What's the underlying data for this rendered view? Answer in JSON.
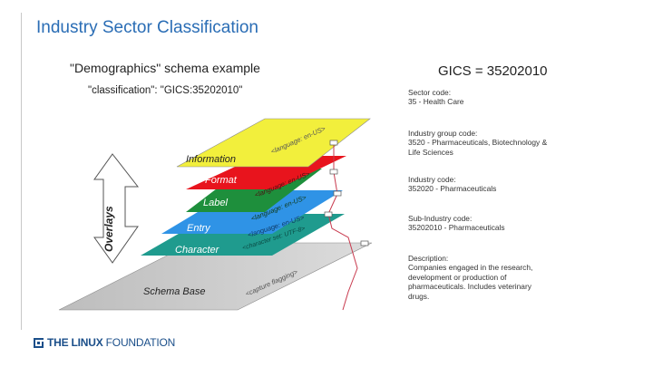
{
  "title": "Industry Sector Classification",
  "subtitle": "\"Demographics\" schema example",
  "classification_line": "\"classification\": \"GICS:35202010\"",
  "gics_heading": "GICS = 35202010",
  "sector": {
    "label": "Sector code:",
    "value": "35 - Health Care"
  },
  "industry_group": {
    "label": "Industry group code:",
    "line1": "3520 - Pharmaceuticals, Biotechnology &",
    "line2": "Life Sciences"
  },
  "industry": {
    "label": "Industry code:",
    "value": "352020 - Pharmaceuticals"
  },
  "sub_industry": {
    "label": "Sub-Industry code:",
    "value": "35202010 - Pharmaceuticals"
  },
  "description": {
    "label": "Description:",
    "line1": "Companies engaged in the research,",
    "line2": "development or production of",
    "line3": "pharmaceuticals. Includes veterinary",
    "line4": "drugs."
  },
  "layers": {
    "information": "Information",
    "format": "Format",
    "label": "Label",
    "entry": "Entry",
    "character": "Character",
    "schema_base": "Schema Base"
  },
  "overlays_label": "Overlays",
  "tags": {
    "information": "<language: en-US>",
    "format": "<language: en-US>",
    "label": "<language: en-US>",
    "entry": "<language: en-US>",
    "character": "<character set: UTF-8>",
    "schema_base": "<capture flagging>"
  },
  "logo": {
    "bold": "THE LINUX",
    "regular": " FOUNDATION"
  },
  "colors": {
    "title": "#2a6db5",
    "information_layer": "#f2ef3c",
    "format_layer": "#e8141d",
    "label_layer": "#1e8f3c",
    "entry_layer": "#2f93e6",
    "character_layer": "#1f9b8e",
    "schema_base_layer": "#c9c9c9",
    "logo": "#1b4f8a"
  }
}
